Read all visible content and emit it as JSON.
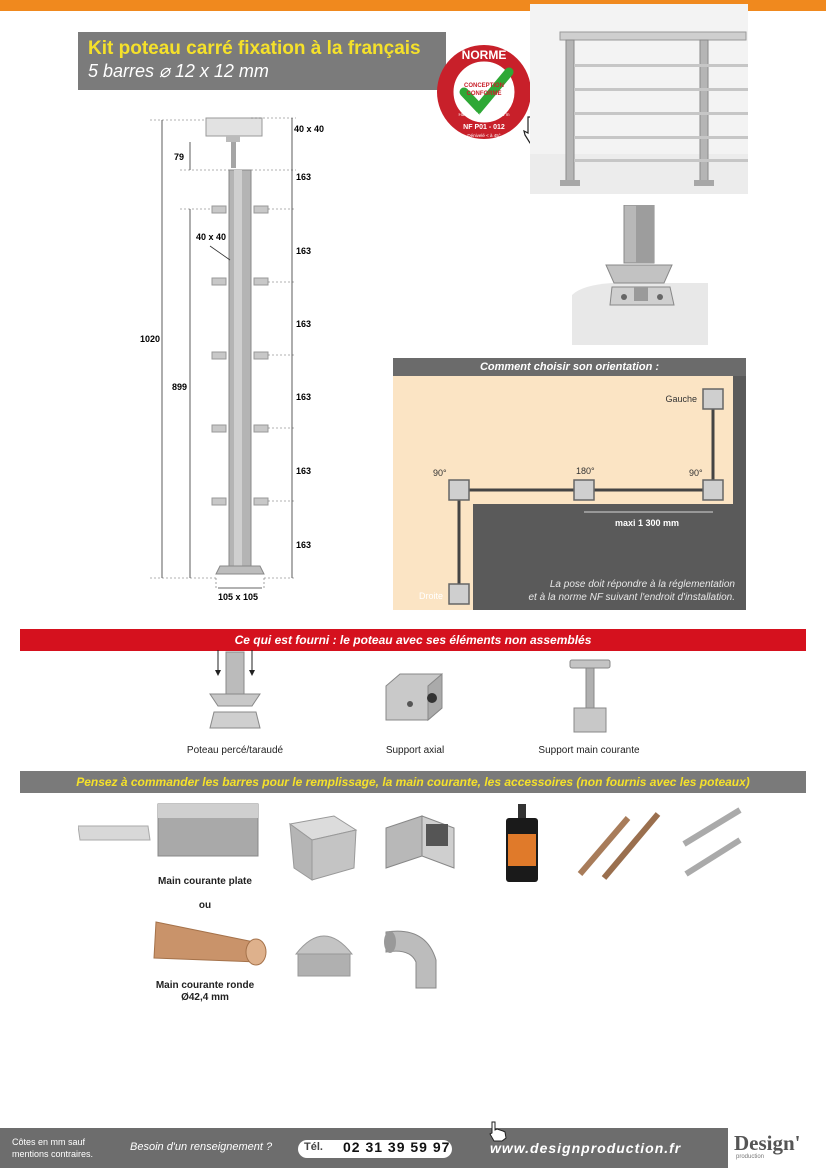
{
  "header": {
    "title_line1": "Kit poteau carré fixation à la français",
    "title_line2": "5 barres ⌀ 12 x 12 mm"
  },
  "seal": {
    "norme": "NORME",
    "conception": "CONCEPTION",
    "conforme": "CONFORME",
    "ref": "NF P01 - 012",
    "line1": "Hauteur de chute < à 1 m",
    "line2": "Dénivelé < à 45°"
  },
  "drawing": {
    "top_dim": "40 x 40",
    "dim_79": "79",
    "dim_1020": "1020",
    "dim_899": "899",
    "tube_dim": "40 x 40",
    "base_dim": "105 x 105",
    "spacings": [
      "163",
      "163",
      "163",
      "163",
      "163",
      "163"
    ]
  },
  "orientation": {
    "title": "Comment choisir son orientation :",
    "gauche": "Gauche",
    "droite": "Droite",
    "angle_left": "90°",
    "angle_mid": "180°",
    "angle_right": "90°",
    "maxi": "maxi 1 300 mm",
    "note_line1": "La pose doit répondre à la réglementation",
    "note_line2": "et à la norme NF suivant l'endroit d'installation."
  },
  "supplied": {
    "title": "Ce qui est fourni : le poteau avec ses éléments non assemblés",
    "items": [
      "Poteau percé/taraudé",
      "Support axial",
      "Support main courante"
    ]
  },
  "order": {
    "title": "Pensez à commander les barres pour le remplissage, la main courante, les accessoires (non fournis avec les poteaux)",
    "plate": "Main courante plate",
    "ou": "ou",
    "ronde_line1": "Main courante ronde",
    "ronde_line2": "Ø42,4 mm"
  },
  "footer": {
    "note_line1": "Côtes en mm sauf",
    "note_line2": "mentions contraires.",
    "question": "Besoin d'un renseignement ?",
    "tel_label": "Tél.",
    "phone": "02 31 39 59 97",
    "website": "www.designproduction.fr",
    "brand": "Design'",
    "brand_sub": "production"
  },
  "colors": {
    "orange": "#f0891e",
    "yellow": "#f5e12a",
    "red": "#d5111e",
    "grey": "#7a7a7a"
  }
}
